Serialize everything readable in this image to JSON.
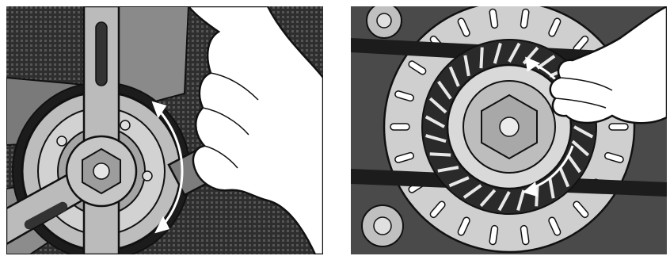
{
  "figure": {
    "panels": [
      {
        "id": "left",
        "subject": "spanner-wrench-on-fan-pulley",
        "arrow_icon": "rotation-arrows-icon"
      },
      {
        "id": "right",
        "subject": "hand-turning-alternator-pulley",
        "arrow_icon": "rotation-arrows-icon"
      }
    ],
    "colors": {
      "background_dark": "#3a3a3a",
      "metal_light": "#c8c8c8",
      "metal_mid": "#9a9a9a",
      "belt": "#1c1c1c",
      "skin": "#ffffff",
      "outline": "#111111"
    }
  }
}
